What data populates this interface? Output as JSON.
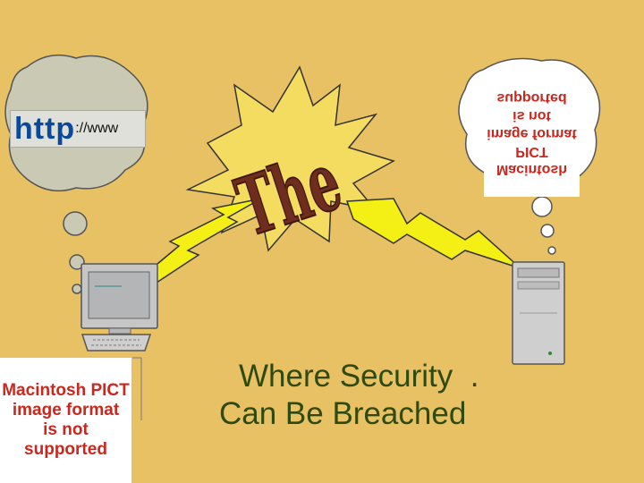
{
  "wordart": {
    "text": "The"
  },
  "caption": {
    "line1": "Where Security  .",
    "line2": "Can Be Breached"
  },
  "http_logo": {
    "prefix": "http",
    "suffix": "://www"
  },
  "placeholders": {
    "top_right": [
      "Macintosh PICT",
      "image format",
      "is not supported"
    ],
    "bottom_left": [
      "Macintosh PICT",
      "image format",
      "is not supported"
    ]
  },
  "colors": {
    "background": "#e8c164",
    "lightning": "#f4ef14",
    "burst": "#f3dc60",
    "cloud": "#c9c9b4",
    "wordart": "#6e2d1e",
    "caption": "#2f4a10",
    "placeholder_text": "#c8281e"
  }
}
